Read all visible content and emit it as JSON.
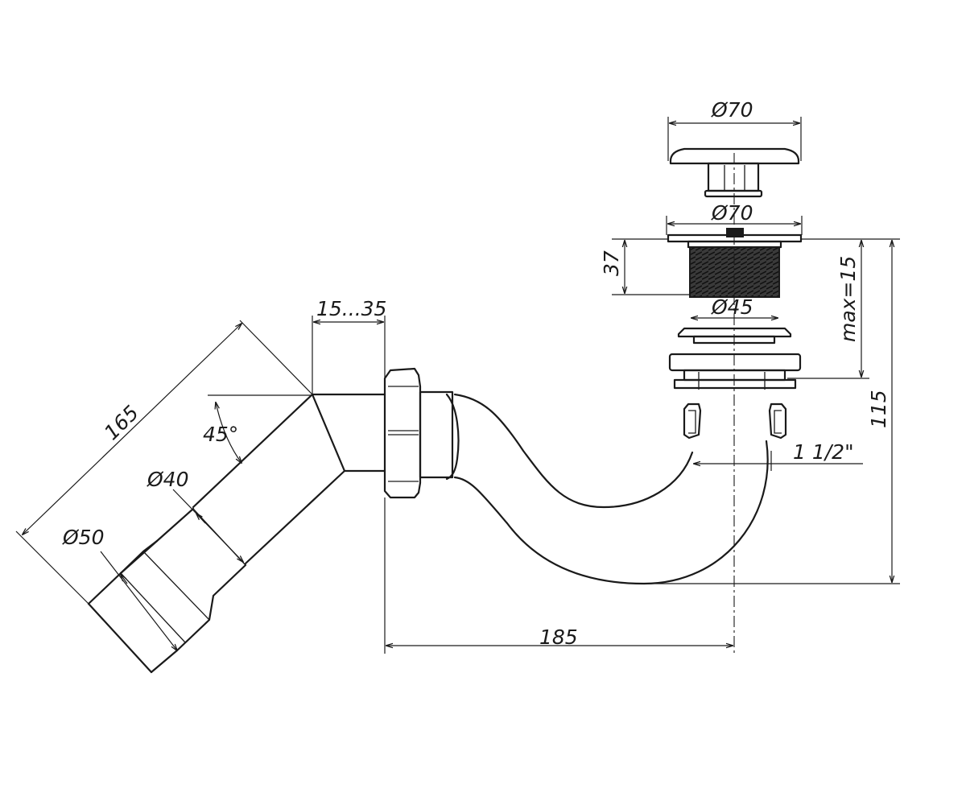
{
  "dimensions": {
    "cap_diameter": "Ø70",
    "flange_diameter": "Ø70",
    "thread_diameter": "Ø45",
    "flange_height": "37",
    "max_thickness": "max=15",
    "total_height": "115",
    "thread_size": "1 1/2\"",
    "adjust_range": "15...35",
    "outlet_length": "165",
    "outlet_angle": "45°",
    "outlet_inner_diameter": "Ø40",
    "outlet_outer_diameter": "Ø50",
    "horizontal_length": "185"
  }
}
